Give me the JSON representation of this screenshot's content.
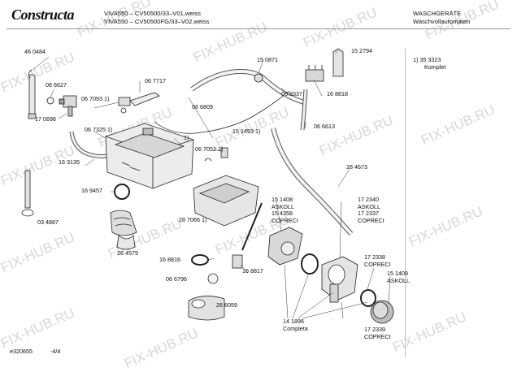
{
  "header": {
    "brand": "Constructa",
    "model_line1": "VIVA550 – CV50500/33–V01,weiss",
    "model_line2": "VIVA550 – CV50500FG/33–V02,weiss",
    "category_line1": "WASCHGERÄTE",
    "category_line2": "Waschvollautomaten"
  },
  "watermark": "FIX-HUB.RU",
  "footnote": {
    "line1": "1) 35 3323",
    "line2": "Komplet"
  },
  "footer": {
    "doc_id": "e320655",
    "page": "-4/4"
  },
  "parts": {
    "p460484": "46 0484",
    "p066627": "06 6627",
    "p170696": "17 0696",
    "p067093": "06 7093 1)",
    "p067717": "06 7717",
    "p067325": "06 7325 1)",
    "p163135": "16 3135",
    "p169457": "16 9457",
    "p034887": "03 4887",
    "p264579": "26 4579",
    "p150871": "15 0871",
    "p152794": "15 2794",
    "p068337": "06 8337",
    "p168818": "16 8818",
    "p066809": "06 6809",
    "p151453": "15 1453 1)",
    "p066613": "06 6613",
    "p1": "1)",
    "p067052": "06 7052 1)",
    "p284673": "28 4673",
    "p287066": "28 7066 1)",
    "p151408": "15 1408\nASKOLL\n15 4358\nCOPRECI",
    "p172340": "17 2340\nASKOLL\n17 2337\nCOPRECI",
    "p168816": "16 8816",
    "p168817": "16 8817",
    "p066796": "06 6796",
    "p172338": "17 2338\nCOPRECI",
    "p151409": "15 1409\nASKOLL",
    "p266059": "26 6059",
    "p141896": "14 1896\nCompleta",
    "p172339": "17 2339\nCOPRECI"
  }
}
